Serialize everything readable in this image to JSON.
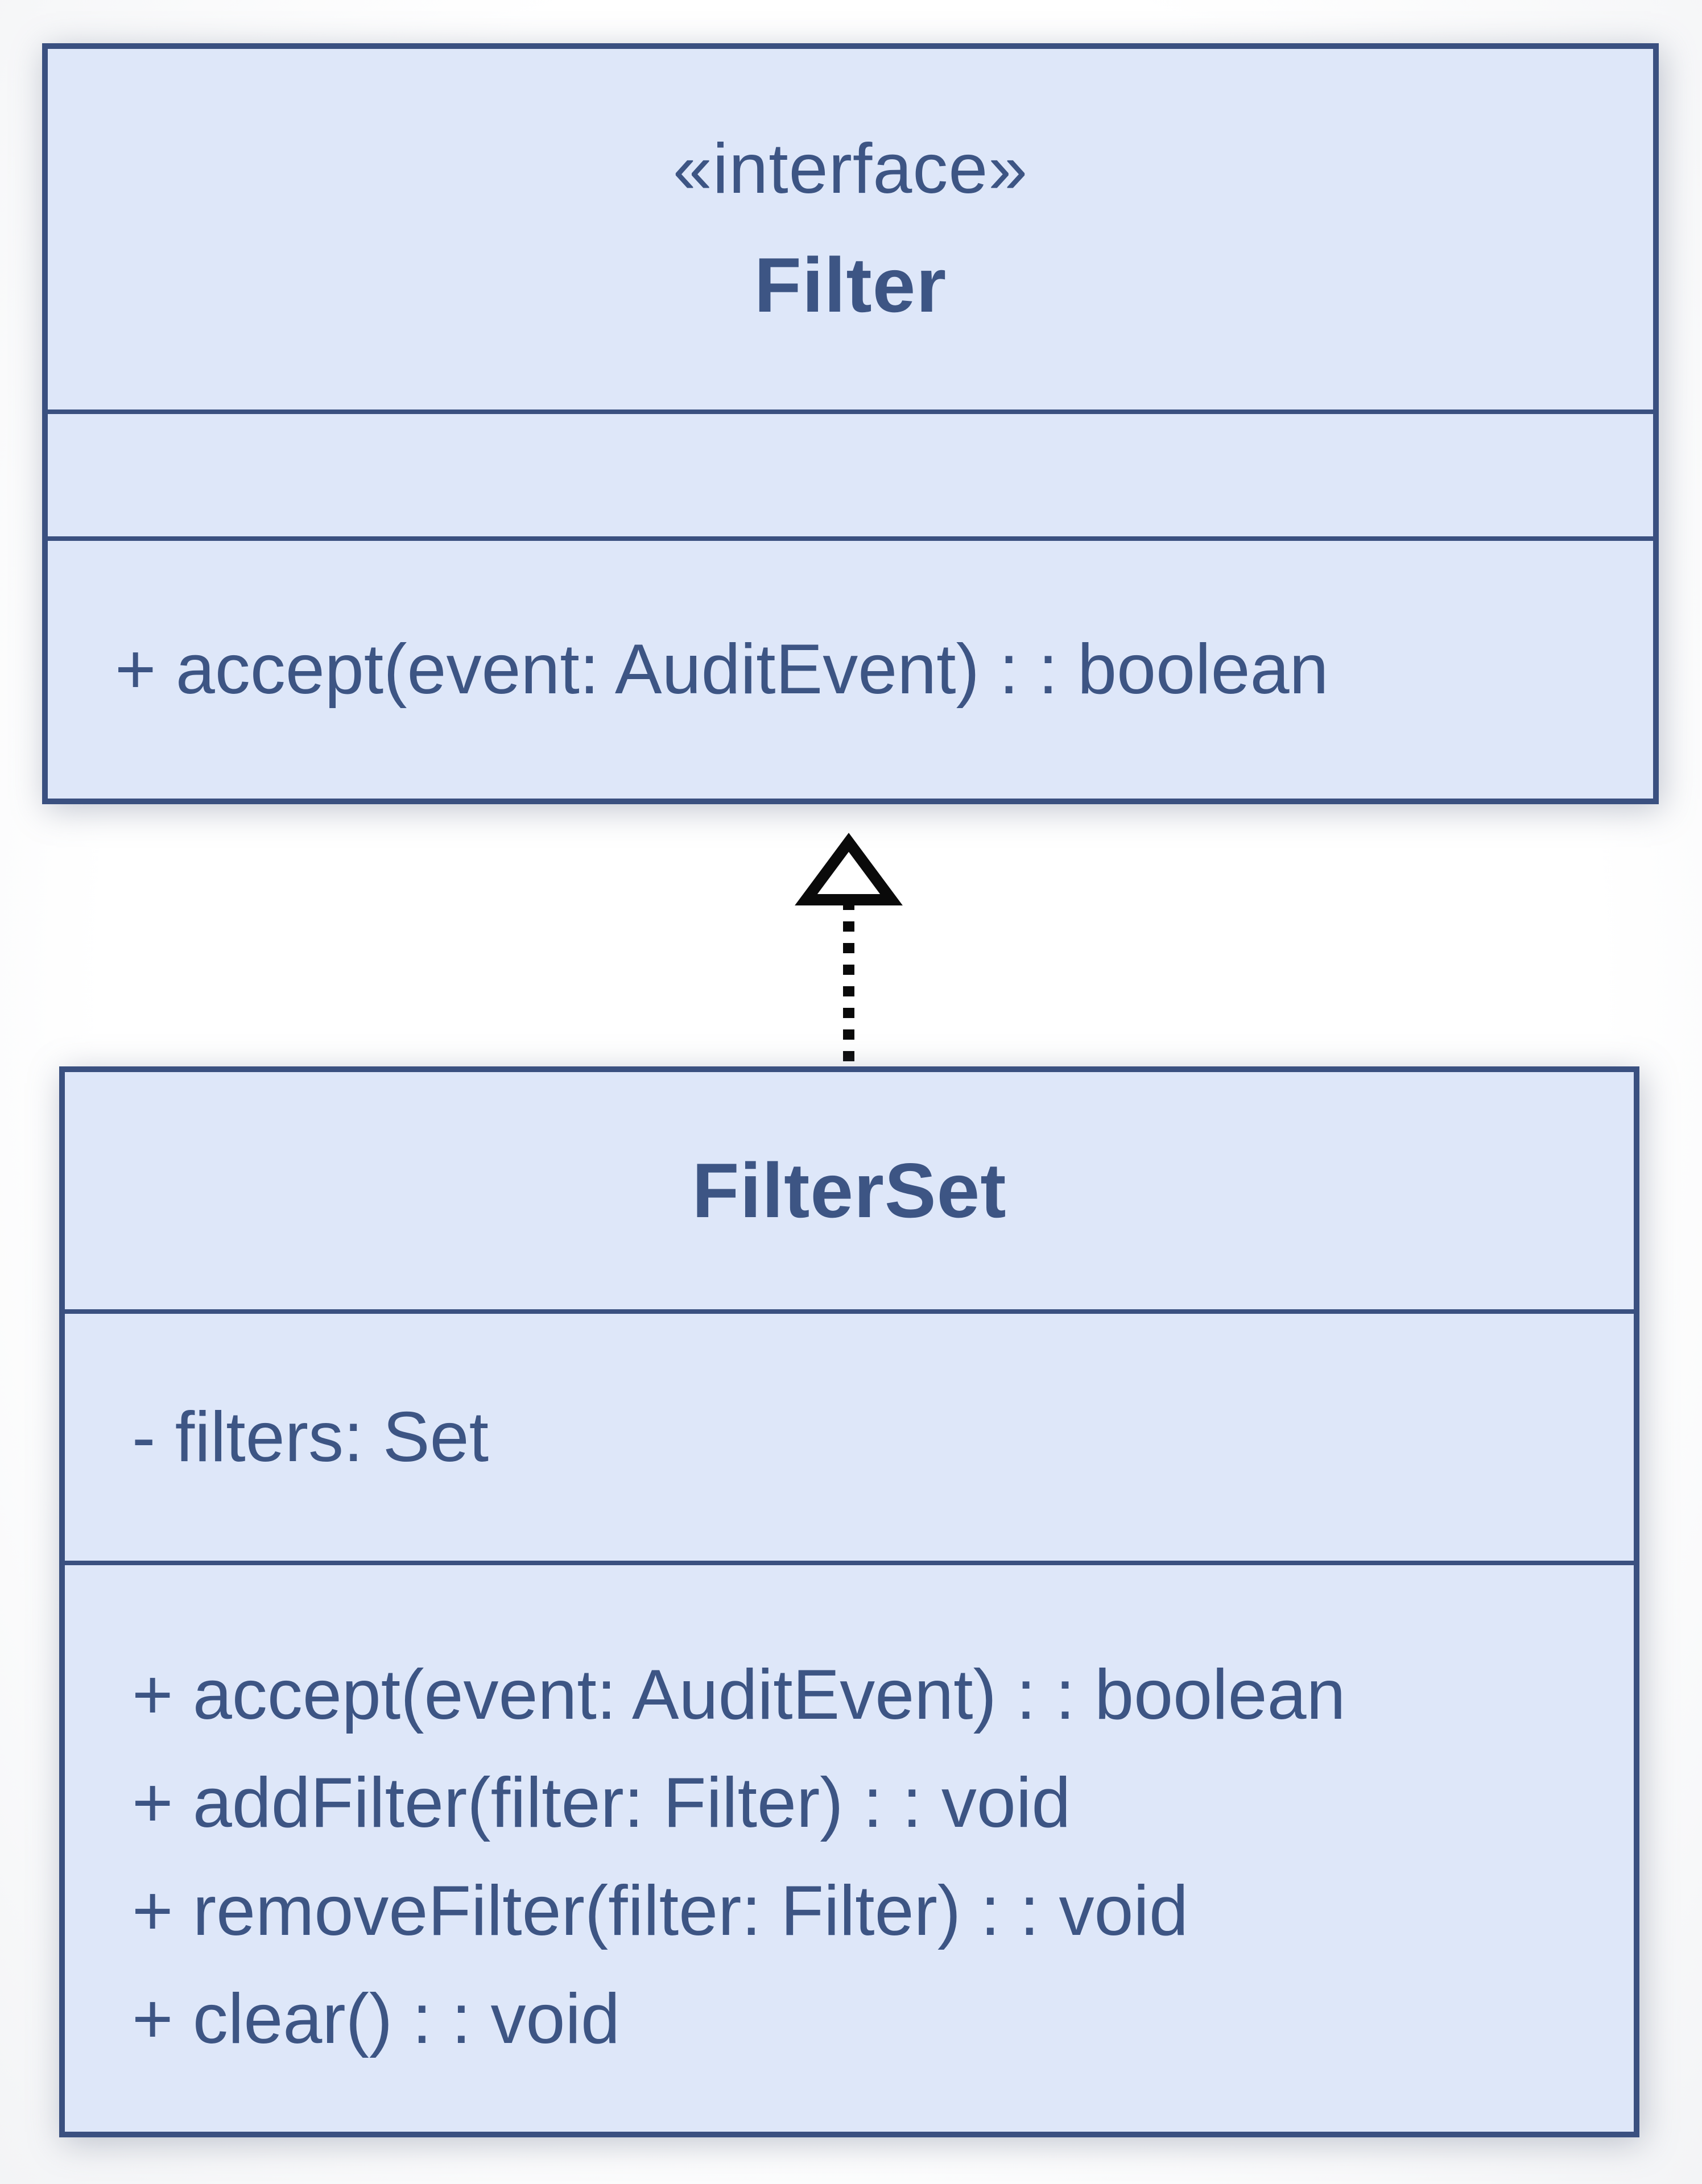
{
  "uml": {
    "interface": {
      "stereotype": "«interface»",
      "name": "Filter",
      "attributes": [],
      "methods": [
        "+ accept(event: AuditEvent) : : boolean"
      ]
    },
    "class": {
      "name": "FilterSet",
      "attributes": [
        "- filters: Set"
      ],
      "methods": [
        "+ accept(event: AuditEvent) : : boolean",
        "+ addFilter(filter: Filter) : : void",
        "+ removeFilter(filter: Filter) : : void",
        "+ clear() : : void"
      ]
    },
    "relationship": {
      "type": "realization",
      "from": "FilterSet",
      "to": "Filter",
      "line_style": "dashed",
      "arrowhead": "hollow-triangle"
    }
  },
  "colors": {
    "box_fill": "#dee7f9",
    "box_border": "#3a5080",
    "text": "#3d5584",
    "arrow": "#0a0a0a",
    "page_bg": "#ffffff"
  }
}
